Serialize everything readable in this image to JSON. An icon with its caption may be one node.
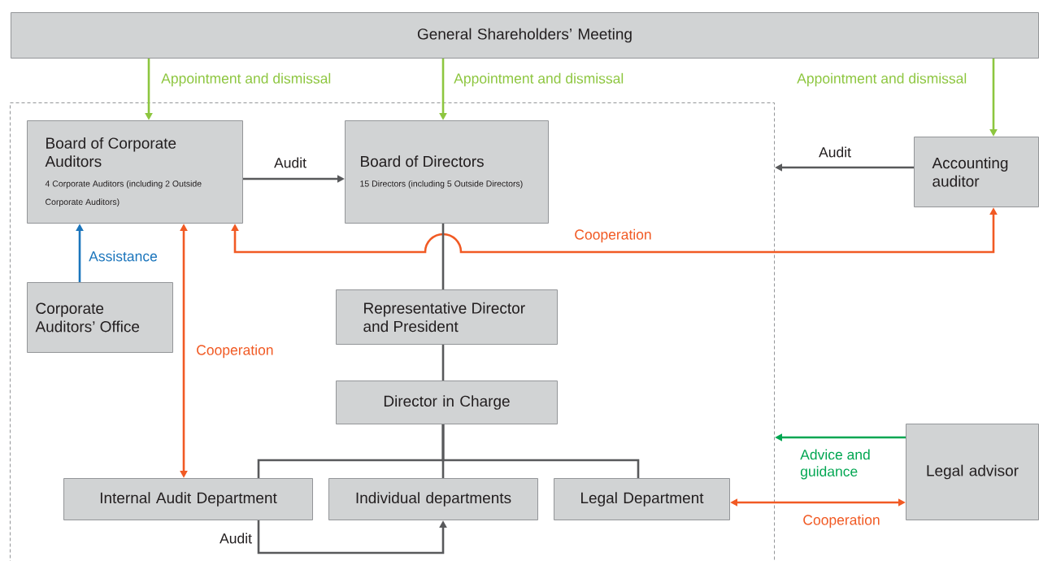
{
  "diagram": {
    "nodes": [
      {
        "text": [
          "General Shareholders’ Meeting"
        ]
      },
      {
        "text": [],
        "shape": "box"
      },
      {
        "text": [
          "Board of Corporate Auditors",
          "4 Corporate Auditors (including 2 Outside Corporate Auditors)"
        ],
        "in": 1
      },
      {
        "text": [
          "Board of Directors",
          "15 Directors (including 5 Outside Directors)"
        ],
        "in": 1
      },
      {
        "text": [
          "Accounting auditor"
        ]
      },
      {
        "text": [
          "Corporate Auditors’ Office"
        ],
        "in": 1
      },
      {
        "text": [
          "Representative Director and President"
        ],
        "in": 1
      },
      {
        "text": [
          "Director in Charge"
        ],
        "in": 1
      },
      {
        "text": [
          "Internal Audit Department"
        ],
        "in": 1
      },
      {
        "text": [
          "Individual departments"
        ],
        "in": 1
      },
      {
        "text": [
          "Legal Department"
        ],
        "in": 1
      },
      {
        "text": [
          "Legal advisor"
        ]
      }
    ],
    "edges": [
      {
        "from": 0,
        "to": 2,
        "arrow": "to",
        "label": "Appointment and dismissal",
        "color": "#8dc63f"
      },
      {
        "from": 0,
        "to": 3,
        "arrow": "to",
        "label": "Appointment and dismissal",
        "color": "#8dc63f"
      },
      {
        "from": 0,
        "to": 4,
        "arrow": "to",
        "label": "Appointment and dismissal",
        "color": "#8dc63f"
      },
      {
        "from": 2,
        "to": 3,
        "arrow": "to",
        "label": "Audit"
      },
      {
        "from": 4,
        "to": 1,
        "arrow": "to",
        "label": "Audit"
      },
      {
        "from": 5,
        "to": 2,
        "arrow": "to",
        "label": "Assistance",
        "color": "#1b75bc"
      },
      {
        "from": 2,
        "to": 4,
        "arrow": "both",
        "label": "Cooperation",
        "color": "#f15a24"
      },
      {
        "from": 2,
        "to": 8,
        "arrow": "both",
        "label": "Cooperation",
        "color": "#f15a24"
      },
      {
        "from": 3,
        "to": 6,
        "arrow": "none"
      },
      {
        "from": 6,
        "to": 7,
        "arrow": "none"
      },
      {
        "from": 7,
        "to": 8,
        "arrow": "none"
      },
      {
        "from": 7,
        "to": 9,
        "arrow": "none"
      },
      {
        "from": 7,
        "to": 10,
        "arrow": "none"
      },
      {
        "from": 8,
        "to": 9,
        "arrow": "to",
        "label": "Audit"
      },
      {
        "from": 11,
        "to": 1,
        "arrow": "to",
        "label": "Advice and guidance",
        "color": "#00a651"
      },
      {
        "from": 10,
        "to": 11,
        "arrow": "both",
        "label": "Cooperation",
        "color": "#f15a24"
      }
    ]
  }
}
